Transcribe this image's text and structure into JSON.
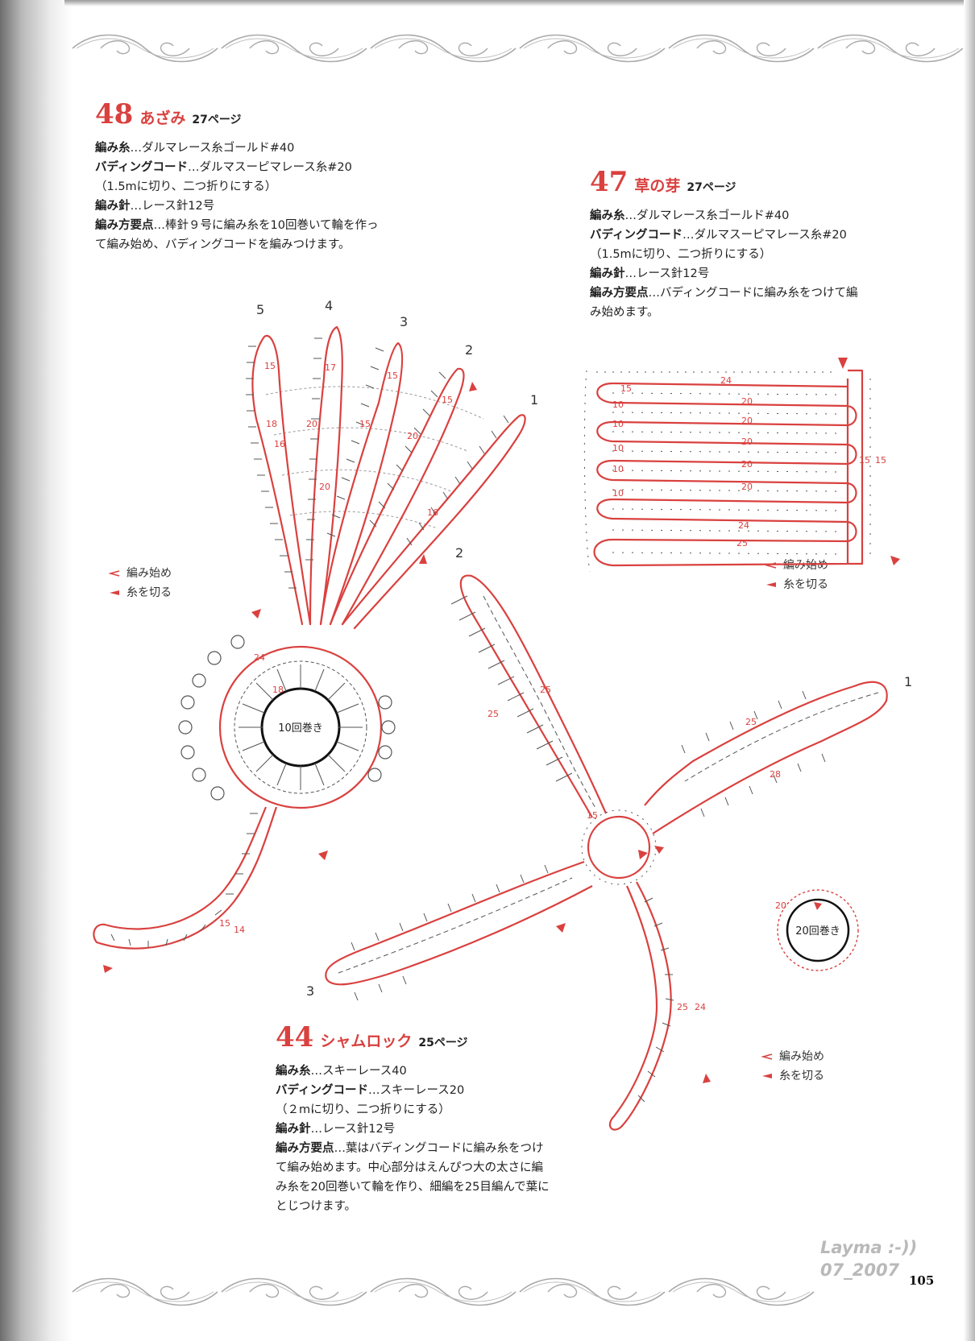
{
  "pattern48": {
    "number": "48",
    "name": "あざみ",
    "page_ref": "27ページ",
    "lines": [
      {
        "key": "編み糸",
        "value": "…ダルマレース糸ゴールド#40"
      },
      {
        "key": "バディングコード",
        "value": "…ダルマスーピマレース糸#20"
      },
      {
        "key": "",
        "value": "（1.5mに切り、二つ折りにする）"
      },
      {
        "key": "編み針",
        "value": "…レース針12号"
      }
    ],
    "method_key": "編み方要点",
    "method_value": "…棒針９号に編み糸を10回巻いて輪を作って編み始め、バディングコードを編みつけます。"
  },
  "pattern47": {
    "number": "47",
    "name": "草の芽",
    "page_ref": "27ページ",
    "lines": [
      {
        "key": "編み糸",
        "value": "…ダルマレース糸ゴールド#40"
      },
      {
        "key": "バディングコード",
        "value": "…ダルマスーピマレース糸#20"
      },
      {
        "key": "",
        "value": "（1.5mに切り、二つ折りにする）"
      },
      {
        "key": "編み針",
        "value": "…レース針12号"
      }
    ],
    "method_key": "編み方要点",
    "method_value": "…バディングコードに編み糸をつけて編み始めます。"
  },
  "pattern44": {
    "number": "44",
    "name": "シャムロック",
    "page_ref": "25ページ",
    "lines": [
      {
        "key": "編み糸",
        "value": "…スキーレース40"
      },
      {
        "key": "バディングコード",
        "value": "…スキーレース20"
      },
      {
        "key": "",
        "value": "（２mに切り、二つ折りにする）"
      },
      {
        "key": "編み針",
        "value": "…レース針12号"
      }
    ],
    "method_key": "編み方要点",
    "method_value": "…葉はバディングコードに編み糸をつけて編み始めます。中心部分はえんぴつ大の太さに編み糸を20回巻いて輪を作り、細編を25目編んで葉にとじつけます。"
  },
  "legend": {
    "start": "編み始め",
    "cut": "糸を切る"
  },
  "diagram48": {
    "center_label": "10回巻き",
    "petal_numbers": [
      "5",
      "4",
      "3",
      "2",
      "1"
    ],
    "counts": [
      "15",
      "18",
      "16",
      "20",
      "17",
      "20",
      "15",
      "15",
      "15",
      "20",
      "16",
      "18",
      "24",
      "15",
      "14"
    ]
  },
  "diagram47": {
    "counts": [
      "24",
      "15",
      "10",
      "20",
      "10",
      "20",
      "10",
      "20",
      "10",
      "20",
      "10",
      "20",
      "24",
      "25",
      "15",
      "15"
    ]
  },
  "diagram44": {
    "leaf_numbers": [
      "2",
      "1",
      "3"
    ],
    "center_count": "15",
    "counts": [
      "25",
      "25",
      "25",
      "28",
      "25",
      "24"
    ],
    "ring_label": "20回巻き",
    "ring_count": "20"
  },
  "watermark": {
    "line1": "Layma :-))",
    "line2": "07_2007"
  },
  "page_number": "105",
  "colors": {
    "accent_red": "#d9413f",
    "stitch_gray": "#555555"
  }
}
